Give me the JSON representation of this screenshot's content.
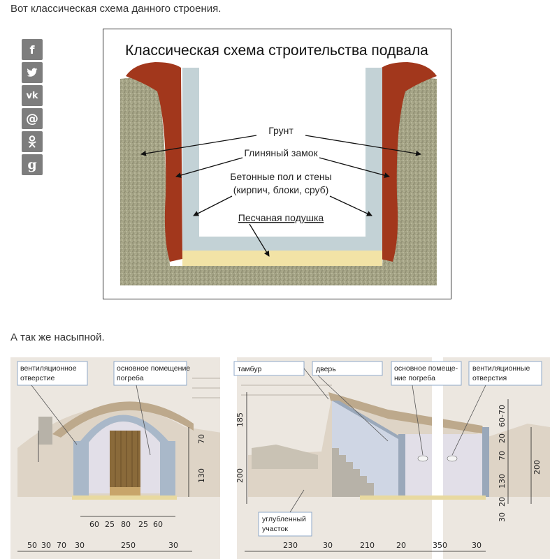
{
  "captions": {
    "first": "Вот классическая схема данного строения.",
    "second": "А так же насыпной."
  },
  "share": [
    {
      "name": "facebook",
      "glyph": "f"
    },
    {
      "name": "twitter",
      "glyph": "t"
    },
    {
      "name": "vkontakte",
      "glyph": "vk"
    },
    {
      "name": "mail",
      "glyph": "@"
    },
    {
      "name": "odnoklassniki",
      "glyph": "ok"
    },
    {
      "name": "google",
      "glyph": "g"
    }
  ],
  "diagram1": {
    "title": "Классическая схема строительства подвала",
    "labels": {
      "soil": "Грунт",
      "clay_lock": "Глиняный замок",
      "concrete_line1": "Бетонные пол и стены",
      "concrete_line2": "(кирпич, блоки, сруб)",
      "sand": "Песчаная подушка"
    },
    "colors": {
      "soil": "#a5a486",
      "clay": "#a2371c",
      "wall": "#c3d2d6",
      "sand": "#f2e3a6"
    }
  },
  "diagram2": {
    "callouts": {
      "vent_hole_1": "вентиляционное",
      "vent_hole_2": "отверстие",
      "main_room_1": "основное помещение",
      "main_room_2": "погреба",
      "tambur": "тамбур",
      "door": "дверь",
      "main_room_b_1": "основное помеще-",
      "main_room_b_2": "ние погреба",
      "vent_holes_1": "вентиляционные",
      "vent_holes_2": "отверстия",
      "deep_area_1": "углубленный",
      "deep_area_2": "участок"
    },
    "dims_left_top": [
      "60",
      "25",
      "80",
      "25",
      "60"
    ],
    "dims_left_bottom": [
      "50",
      "30",
      "70",
      "30",
      "250",
      "30"
    ],
    "dims_left_vertical": [
      "70",
      "130"
    ],
    "dims_right_bottom": [
      "230",
      "30",
      "210",
      "20",
      "350",
      "30"
    ],
    "dims_right_vertical_left": [
      "185",
      "200"
    ],
    "dims_right_vertical_right": [
      "60-70",
      "20",
      "70",
      "130",
      "20",
      "30"
    ],
    "dims_right_vertical_total": "200"
  }
}
